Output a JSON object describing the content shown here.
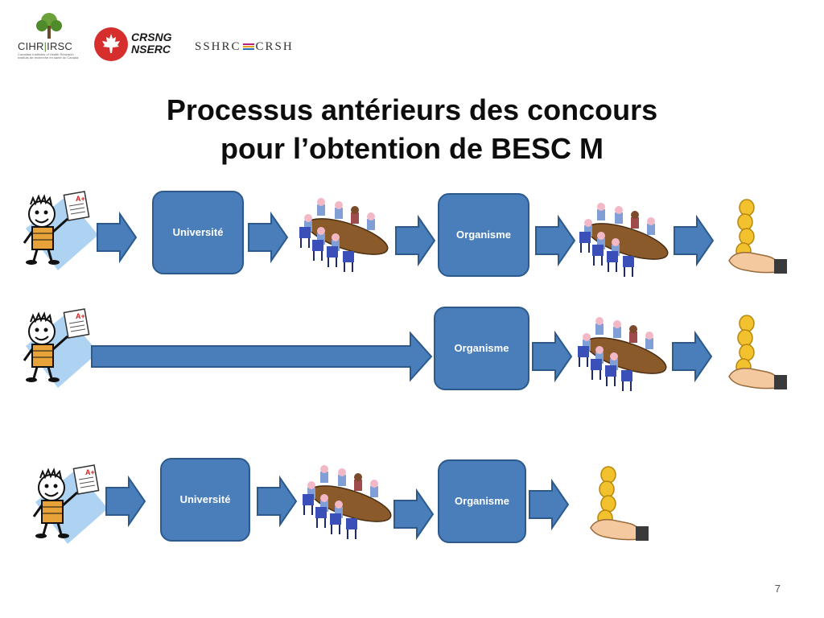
{
  "logos": {
    "cihr": {
      "abbr_left": "CIHR",
      "abbr_right": "IRSC",
      "fine_print": "Canadian Institutes of Health Research · Instituts de recherche en santé du Canada"
    },
    "nserc": {
      "line1": "CRSNG",
      "line2": "NSERC"
    },
    "sshrc": {
      "left": "SSHRC",
      "right": "CRSH"
    }
  },
  "title": {
    "line1": "Processus antérieurs des concours",
    "line2": "pour l’obtention de BESC M"
  },
  "rows": [
    {
      "box1": "Université",
      "box2": "Organisme"
    },
    {
      "box1": "Organisme"
    },
    {
      "box1": "Université",
      "box2": "Organisme"
    }
  ],
  "colors": {
    "box_fill": "#4a7ebb",
    "box_border": "#2c5a8c",
    "arrow_fill": "#4a7ebb",
    "arrow_border": "#2c5a8c"
  },
  "icons": [
    "student-with-paper-icon",
    "committee-meeting-icon",
    "coins-in-hand-icon"
  ],
  "page_number": "7"
}
